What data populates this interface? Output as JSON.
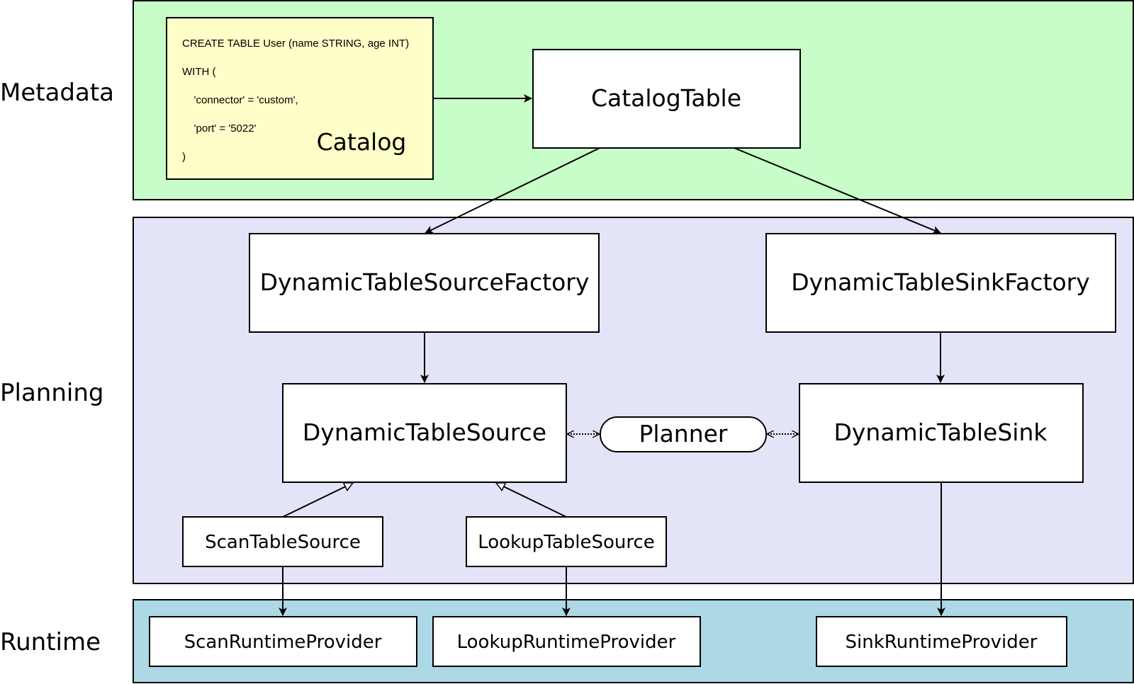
{
  "colors": {
    "metadata_band": "#c8fcc8",
    "planning_band": "#e4e4f8",
    "runtime_band": "#add8e6",
    "catalog_note": "#fefec8",
    "box": "#ffffff",
    "stroke": "#000000"
  },
  "layers": {
    "metadata": "Metadata",
    "planning": "Planning",
    "runtime": "Runtime"
  },
  "catalog": {
    "label": "Catalog",
    "sql_lines": [
      "CREATE TABLE User (name STRING, age INT)",
      "WITH (",
      "    'connector' = 'custom',",
      "    'port' = '5022'",
      ")"
    ]
  },
  "nodes": {
    "catalog_table": "CatalogTable",
    "source_factory": "DynamicTableSourceFactory",
    "sink_factory": "DynamicTableSinkFactory",
    "table_source": "DynamicTableSource",
    "planner": "Planner",
    "table_sink": "DynamicTableSink",
    "scan_source": "ScanTableSource",
    "lookup_source": "LookupTableSource",
    "scan_provider": "ScanRuntimeProvider",
    "lookup_provider": "LookupRuntimeProvider",
    "sink_provider": "SinkRuntimeProvider"
  }
}
